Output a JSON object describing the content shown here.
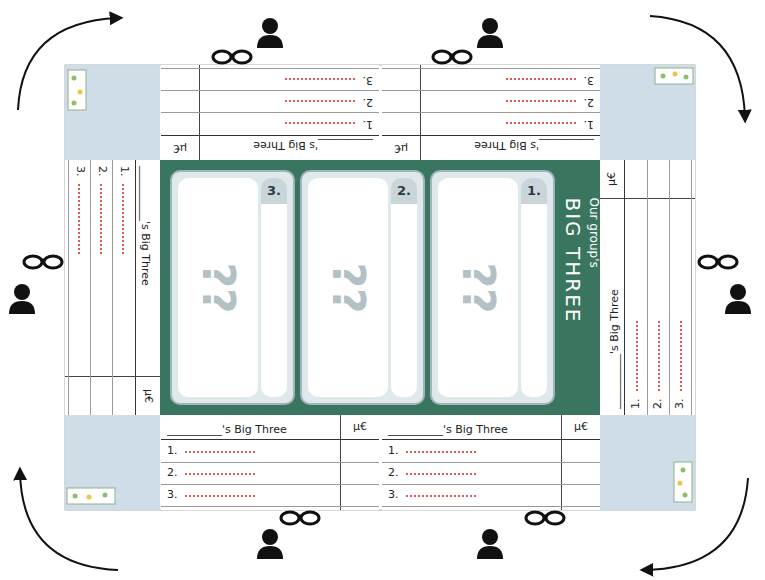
{
  "diagram": {
    "nodes": [
      {
        "text": [
          "Our group's",
          "BIG THREE"
        ]
      },
      {
        "text": [
          "1.",
          "??"
        ],
        "in": 0
      },
      {
        "text": [
          "2.",
          "??"
        ],
        "in": 0
      },
      {
        "text": [
          "3.",
          "??"
        ],
        "in": 0
      },
      {
        "text": [
          "__________'s Big Three",
          "µ€",
          "1.",
          "2.",
          "3."
        ]
      },
      {
        "text": [
          "__________'s Big Three",
          "µ€",
          "1.",
          "2.",
          "3."
        ]
      },
      {
        "text": [
          "__________'s Big Three",
          "µ€",
          "1.",
          "2.",
          "3."
        ]
      },
      {
        "text": [
          "__________'s Big Three",
          "µ€",
          "1.",
          "2.",
          "3."
        ]
      },
      {
        "text": [
          "__________'s Big Three",
          "µ€",
          "1.",
          "2.",
          "3."
        ]
      },
      {
        "text": [
          "__________'s Big Three",
          "µ€",
          "1.",
          "2.",
          "3."
        ]
      }
    ]
  }
}
